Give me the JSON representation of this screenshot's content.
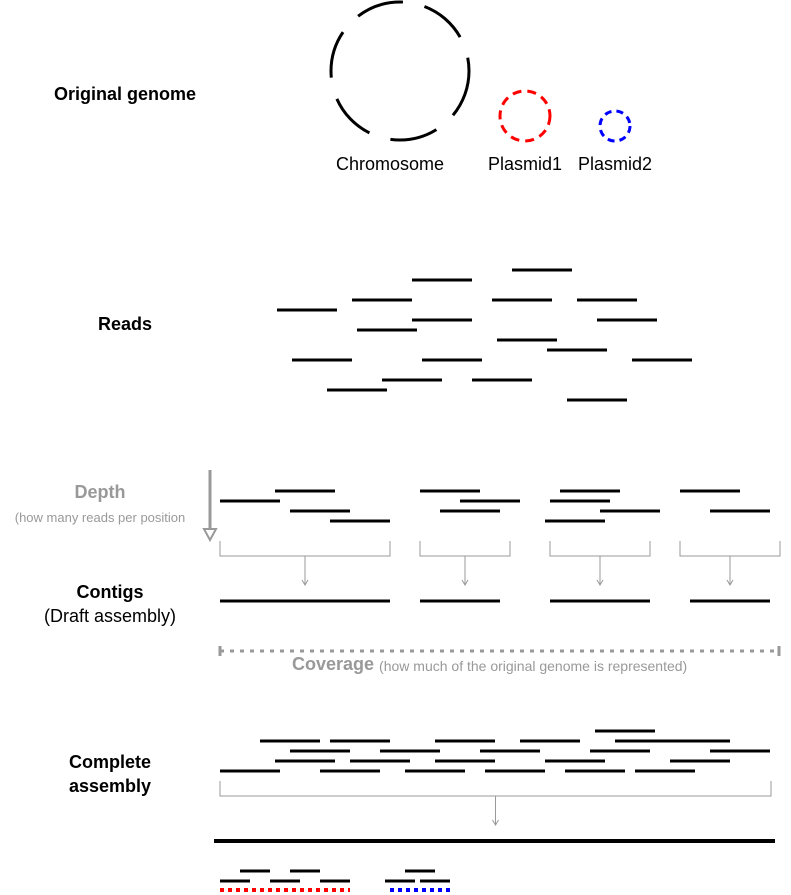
{
  "colors": {
    "read": "#000000",
    "guide": "#999999",
    "plasmid1": "#ff0000",
    "plasmid2": "#0000ff"
  },
  "sections": {
    "original_genome": {
      "label": "Original genome",
      "molecules": [
        {
          "name": "Chromosome",
          "color": "#000000",
          "size": "large"
        },
        {
          "name": "Plasmid1",
          "color": "#ff0000",
          "size": "medium"
        },
        {
          "name": "Plasmid2",
          "color": "#0000ff",
          "size": "small"
        }
      ]
    },
    "reads": {
      "label": "Reads",
      "count": 18
    },
    "depth": {
      "label": "Depth",
      "note": "(how many reads per position"
    },
    "contigs": {
      "label": "Contigs",
      "note": "(Draft assembly)",
      "count": 4
    },
    "coverage": {
      "label": "Coverage",
      "note": "(how much of the original genome is represented)"
    },
    "complete_assembly": {
      "line1": "Complete",
      "line2": "assembly"
    }
  }
}
